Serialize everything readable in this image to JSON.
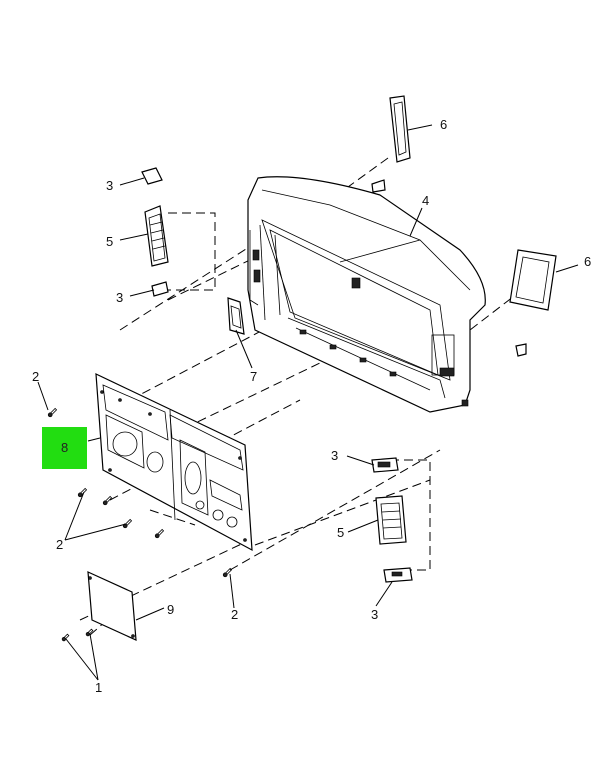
{
  "callouts": {
    "c1": "1",
    "c2a": "2",
    "c2b": "2",
    "c2c": "2",
    "c3a": "3",
    "c3b": "3",
    "c3c": "3",
    "c3d": "3",
    "c4": "4",
    "c5a": "5",
    "c5b": "5",
    "c6a": "6",
    "c6b": "6",
    "c7": "7",
    "c8": "8",
    "c9": "9"
  },
  "colors": {
    "highlight": "#22dd11",
    "line": "#000000",
    "background": "#ffffff"
  }
}
